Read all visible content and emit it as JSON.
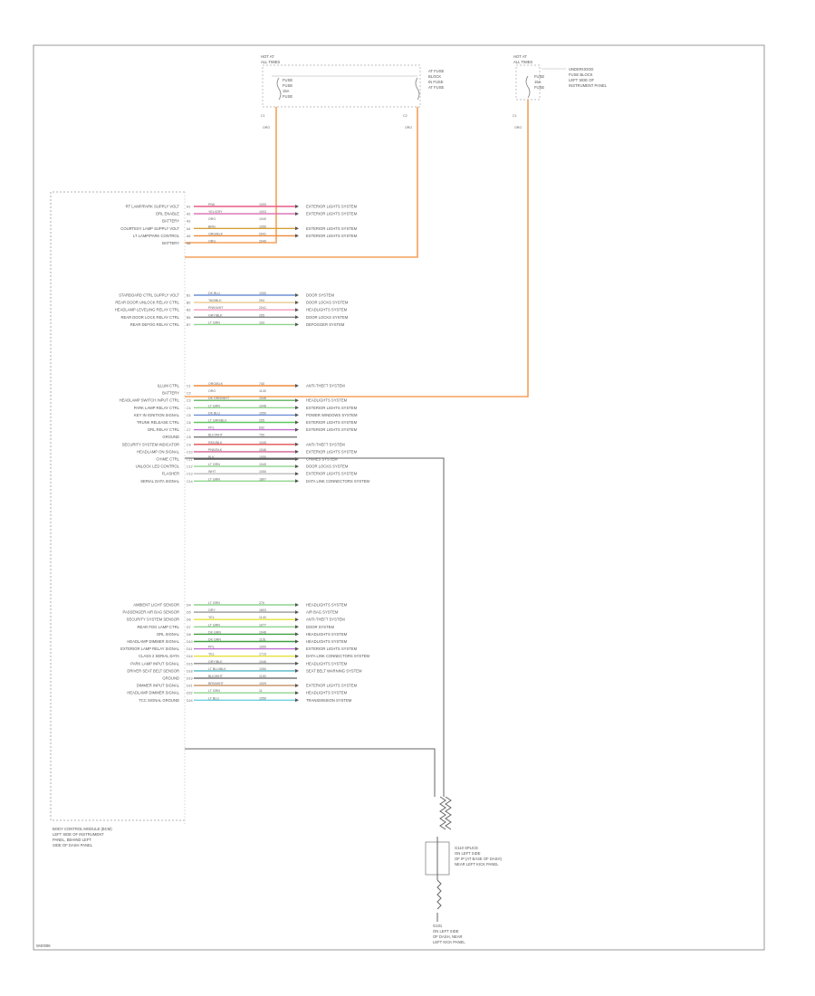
{
  "footer_code": "W40086",
  "fuses": [
    {
      "title1": "HOT AT",
      "title2": "ALL TIMES",
      "label": [
        "FUSE",
        "FUSE",
        "15A",
        "FUSE"
      ],
      "desc": [
        "AT FUSE",
        "BLOCK",
        "IN FUSE",
        "AT FUSE"
      ],
      "pins": [
        "C1",
        "C2"
      ],
      "wire_colors": [
        "ORG",
        "ORG"
      ]
    },
    {
      "title1": "HOT AT",
      "title2": "ALL TIMES",
      "label": [
        "FUSE",
        "15A",
        "FUSE"
      ],
      "desc": [
        "UNDERHOOD",
        "FUSE BLOCK",
        "LEFT SIDE OF",
        "INSTRUMENT PANEL"
      ],
      "pins": [
        "C1"
      ],
      "wire_colors": [
        "ORG"
      ]
    }
  ],
  "module": {
    "name_lines": [
      "BODY CONTROL MODULE (BCM)",
      "LEFT SIDE OF INSTRUMENT",
      "PANEL, BEHIND LEFT",
      "SIDE OF DASH PANEL"
    ]
  },
  "groups": [
    {
      "rows": [
        {
          "label": "RT LAMP/PARK SUPPLY VOLT",
          "pin": "A1",
          "color": "PNK",
          "circuit": "1000",
          "dest": "EXTERIOR LIGHTS SYSTEM"
        },
        {
          "label": "DRL ENABLE",
          "pin": "A2",
          "color": "YEL/GRY",
          "circuit": "1003",
          "dest": "EXTERIOR LIGHTS SYSTEM"
        },
        {
          "label": "BATTERY",
          "pin": "A3",
          "color": "ORG",
          "circuit": "1040",
          "dest": ""
        },
        {
          "label": "COURTESY LAMP SUPPLY VOLT",
          "pin": "A4",
          "color": "BRN",
          "circuit": "1050",
          "dest": "EXTERIOR LIGHTS SYSTEM"
        },
        {
          "label": "LT LAMP/PARK CONTROL",
          "pin": "A5",
          "color": "ORG/BLK",
          "circuit": "2041",
          "dest": "EXTERIOR LIGHTS SYSTEM"
        },
        {
          "label": "BATTERY",
          "pin": "A6",
          "color": "ORG",
          "circuit": "2040",
          "dest": ""
        }
      ]
    },
    {
      "rows": [
        {
          "label": "STARBOARD CTRL SUPPLY VOLT",
          "pin": "B1",
          "color": "DK BLU",
          "circuit": "1050",
          "dest": "DOOR SYSTEM"
        },
        {
          "label": "REAR DOOR UNLOCK RELAY CTRL",
          "pin": "B2",
          "color": "TAN/BLK",
          "circuit": "294",
          "dest": "DOOR LOCKS SYSTEM"
        },
        {
          "label": "HEADLAMP LEVELING RELAY CTRL",
          "pin": "B3",
          "color": "PNK/WHT",
          "circuit": "2041",
          "dest": "HEADLIGHTS SYSTEM"
        },
        {
          "label": "REAR DOOR LOCK RELAY CTRL",
          "pin": "B5",
          "color": "GRY/BLK",
          "circuit": "295",
          "dest": "DOOR LOCKS SYSTEM"
        },
        {
          "label": "REAR DEFOG RELAY CTRL",
          "pin": "B7",
          "color": "LT GRN",
          "circuit": "193",
          "dest": "DEFOGGER SYSTEM"
        }
      ]
    },
    {
      "rows": [
        {
          "label": "ILLUM CTRL",
          "pin": "C1",
          "color": "ORG/BLK",
          "circuit": "740",
          "dest": "ANTI-THEFT SYSTEM"
        },
        {
          "label": "BATTERY",
          "pin": "C2",
          "color": "ORG",
          "circuit": "1140",
          "dest": ""
        },
        {
          "label": "HEADLAMP SWITCH INPUT CTRL",
          "pin": "C3",
          "color": "DK GRN/WHT",
          "circuit": "1046",
          "dest": "HEADLIGHTS SYSTEM"
        },
        {
          "label": "PARK LAMP RELAY CTRL",
          "pin": "C4",
          "color": "LT GRN",
          "circuit": "1046",
          "dest": "EXTERIOR LIGHTS SYSTEM"
        },
        {
          "label": "KEY IN IGNITION SIGNAL",
          "pin": "C5",
          "color": "DK BLU",
          "circuit": "1050",
          "dest": "POWER WINDOWS SYSTEM"
        },
        {
          "label": "TRUNK RELEASE CTRL",
          "pin": "C6",
          "color": "LT GRN/BLK",
          "circuit": "255",
          "dest": "EXTERIOR LIGHTS SYSTEM"
        },
        {
          "label": "DRL RELAY CTRL",
          "pin": "C7",
          "color": "PPL",
          "circuit": "692",
          "dest": "EXTERIOR LIGHTS SYSTEM"
        },
        {
          "label": "GROUND",
          "pin": "C8",
          "color": "BLK/WHT",
          "circuit": "750",
          "dest": ""
        },
        {
          "label": "SECURITY SYSTEM INDICATOR",
          "pin": "C9",
          "color": "RED/BLK",
          "circuit": "1045",
          "dest": "ANTI-THEFT SYSTEM"
        },
        {
          "label": "HEADLAMP ON SIGNAL",
          "pin": "C10",
          "color": "PNK/BLK",
          "circuit": "1046",
          "dest": "EXTERIOR LIGHTS SYSTEM"
        },
        {
          "label": "CHIME CTRL",
          "pin": "C11",
          "color": "BLK",
          "circuit": "1050",
          "dest": "CHIMES SYSTEM"
        },
        {
          "label": "UNLOCK LED CONTROL",
          "pin": "C12",
          "color": "LT GRN",
          "circuit": "1040",
          "dest": "DOOR LOCKS SYSTEM"
        },
        {
          "label": "FLASHER",
          "pin": "C13",
          "color": "WHT",
          "circuit": "1050",
          "dest": "EXTERIOR LIGHTS SYSTEM"
        },
        {
          "label": "SERIAL DATA SIGNAL",
          "pin": "C14",
          "color": "LT GRN",
          "circuit": "1807",
          "dest": "DATA LINK CONNECTORS SYSTEM"
        }
      ]
    },
    {
      "rows": [
        {
          "label": "AMBIENT LIGHT SENSOR",
          "pin": "D4",
          "color": "LT GRN",
          "circuit": "270",
          "dest": "HEADLIGHTS SYSTEM"
        },
        {
          "label": "PASSENGER AIR BAG SENSOR",
          "pin": "D5",
          "color": "GRY",
          "circuit": "1803",
          "dest": "AIR BAG SYSTEM"
        },
        {
          "label": "SECURITY SYSTEM SENSOR",
          "pin": "D6",
          "color": "YEL",
          "circuit": "1140",
          "dest": "ANTI-THEFT SYSTEM"
        },
        {
          "label": "REAR FOG LAMP CTRL",
          "pin": "D7",
          "color": "LT GRN",
          "circuit": "1077",
          "dest": "DOOR SYSTEM"
        },
        {
          "label": "DRL SIGNAL",
          "pin": "D8",
          "color": "DK GRN",
          "circuit": "1046",
          "dest": "HEADLIGHTS SYSTEM"
        },
        {
          "label": "HEADLAMP DIMMER SIGNAL",
          "pin": "D10",
          "color": "DK GRN",
          "circuit": "1151",
          "dest": "HEADLIGHTS SYSTEM"
        },
        {
          "label": "EXTERIOR LAMP RELAY SIGNAL",
          "pin": "D11",
          "color": "PPL",
          "circuit": "1000",
          "dest": "EXTERIOR LIGHTS SYSTEM"
        },
        {
          "label": "CLASS 2 SERIAL DATA",
          "pin": "D14",
          "color": "YEL",
          "circuit": "1710",
          "dest": "DATA LINK CONNECTORS SYSTEM"
        },
        {
          "label": "PARK LAMP INPUT SIGNAL",
          "pin": "D15",
          "color": "GRY/BLK",
          "circuit": "1046",
          "dest": "HEADLIGHTS SYSTEM"
        },
        {
          "label": "DRIVER SEAT BELT SENSOR",
          "pin": "D18",
          "color": "LT BLU/BLK",
          "circuit": "1050",
          "dest": "SEAT BELT WARNING SYSTEM"
        },
        {
          "label": "GROUND",
          "pin": "D19",
          "color": "BLK/WHT",
          "circuit": "1150",
          "dest": ""
        },
        {
          "label": "DIMMER INPUT SIGNAL",
          "pin": "D21",
          "color": "BRN/WHT",
          "circuit": "1009",
          "dest": "EXTERIOR LIGHTS SYSTEM"
        },
        {
          "label": "HEADLAMP DIMMER SIGNAL",
          "pin": "D22",
          "color": "LT GRN",
          "circuit": "11",
          "dest": "HEADLIGHTS SYSTEM"
        },
        {
          "label": "TCC SIGNAL GROUND",
          "pin": "D24",
          "color": "LT BLU",
          "circuit": "1050",
          "dest": "TRANSMISSION SYSTEM"
        }
      ]
    }
  ],
  "splice": {
    "lines": [
      "G110 SPLICE",
      "ON LEFT SIDE",
      "OF IP (AT BASE OF DASH)",
      "NEAR LEFT KICK PANEL"
    ]
  },
  "ground": {
    "name": "G101",
    "desc": [
      "ON LEFT SIDE",
      "OF DASH, NEAR",
      "LEFT KICK PANEL"
    ]
  }
}
